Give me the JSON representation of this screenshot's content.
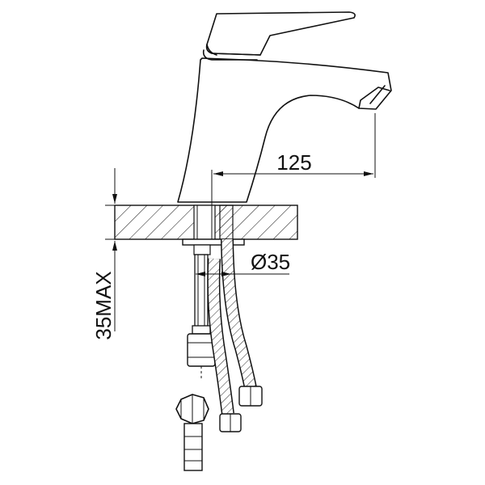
{
  "dimensions": {
    "spout_reach": "125",
    "hole_diameter": "Ø35",
    "countertop_max": "35MAX"
  },
  "colors": {
    "line": "#111111",
    "background": "#ffffff"
  }
}
